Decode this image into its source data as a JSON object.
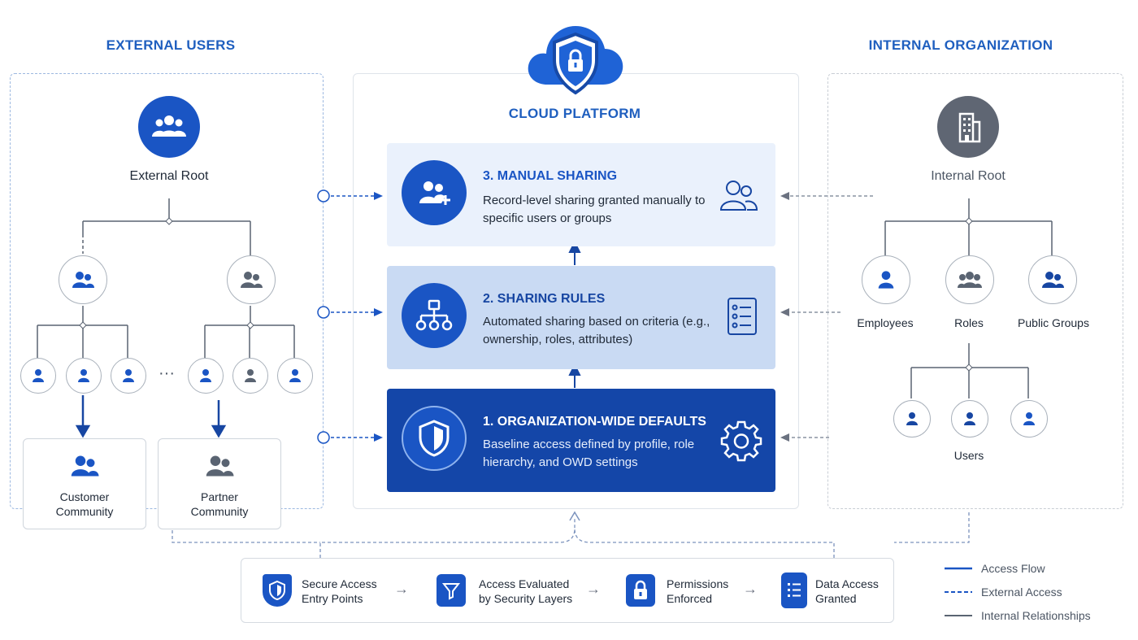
{
  "sections": {
    "external": "EXTERNAL USERS",
    "internal": "INTERNAL ORGANIZATION",
    "platform": "CLOUD PLATFORM"
  },
  "external": {
    "root": "External Root",
    "ellipsis": "···",
    "customer": "Customer\nCommunity",
    "partner": "Partner\nCommunity"
  },
  "internal": {
    "root": "Internal Root",
    "employees": "Employees",
    "roles": "Roles",
    "public_groups": "Public Groups",
    "users": "Users"
  },
  "layers": {
    "manual": {
      "title": "3. MANUAL SHARING",
      "desc": "Record-level sharing granted manually to specific users or groups"
    },
    "rules": {
      "title": "2. SHARING RULES",
      "desc": "Automated sharing based on criteria (e.g., ownership, roles, attributes)"
    },
    "owd": {
      "title": "1. ORGANIZATION-WIDE DEFAULTS",
      "desc": "Baseline access defined by profile, role hierarchy, and OWD settings"
    }
  },
  "process": [
    {
      "icon": "shield-icon",
      "text": "Secure Access\nEntry Points"
    },
    {
      "icon": "filter-icon",
      "text": "Access Evaluated\nby Security Layers"
    },
    {
      "icon": "lock-icon",
      "text": "Permissions\nEnforced"
    },
    {
      "icon": "document-list-icon",
      "text": "Data Access\nGranted"
    }
  ],
  "legend": {
    "flow": "Access Flow",
    "external": "External Access",
    "internal": "Internal Relationships"
  },
  "colors": {
    "primary": "#1a55c4",
    "dark": "#1746a2",
    "grey": "#6b7280",
    "manual_bg": "#eaf1fc",
    "rules_bg": "#c9daf3",
    "owd_bg": "#1446a8"
  }
}
